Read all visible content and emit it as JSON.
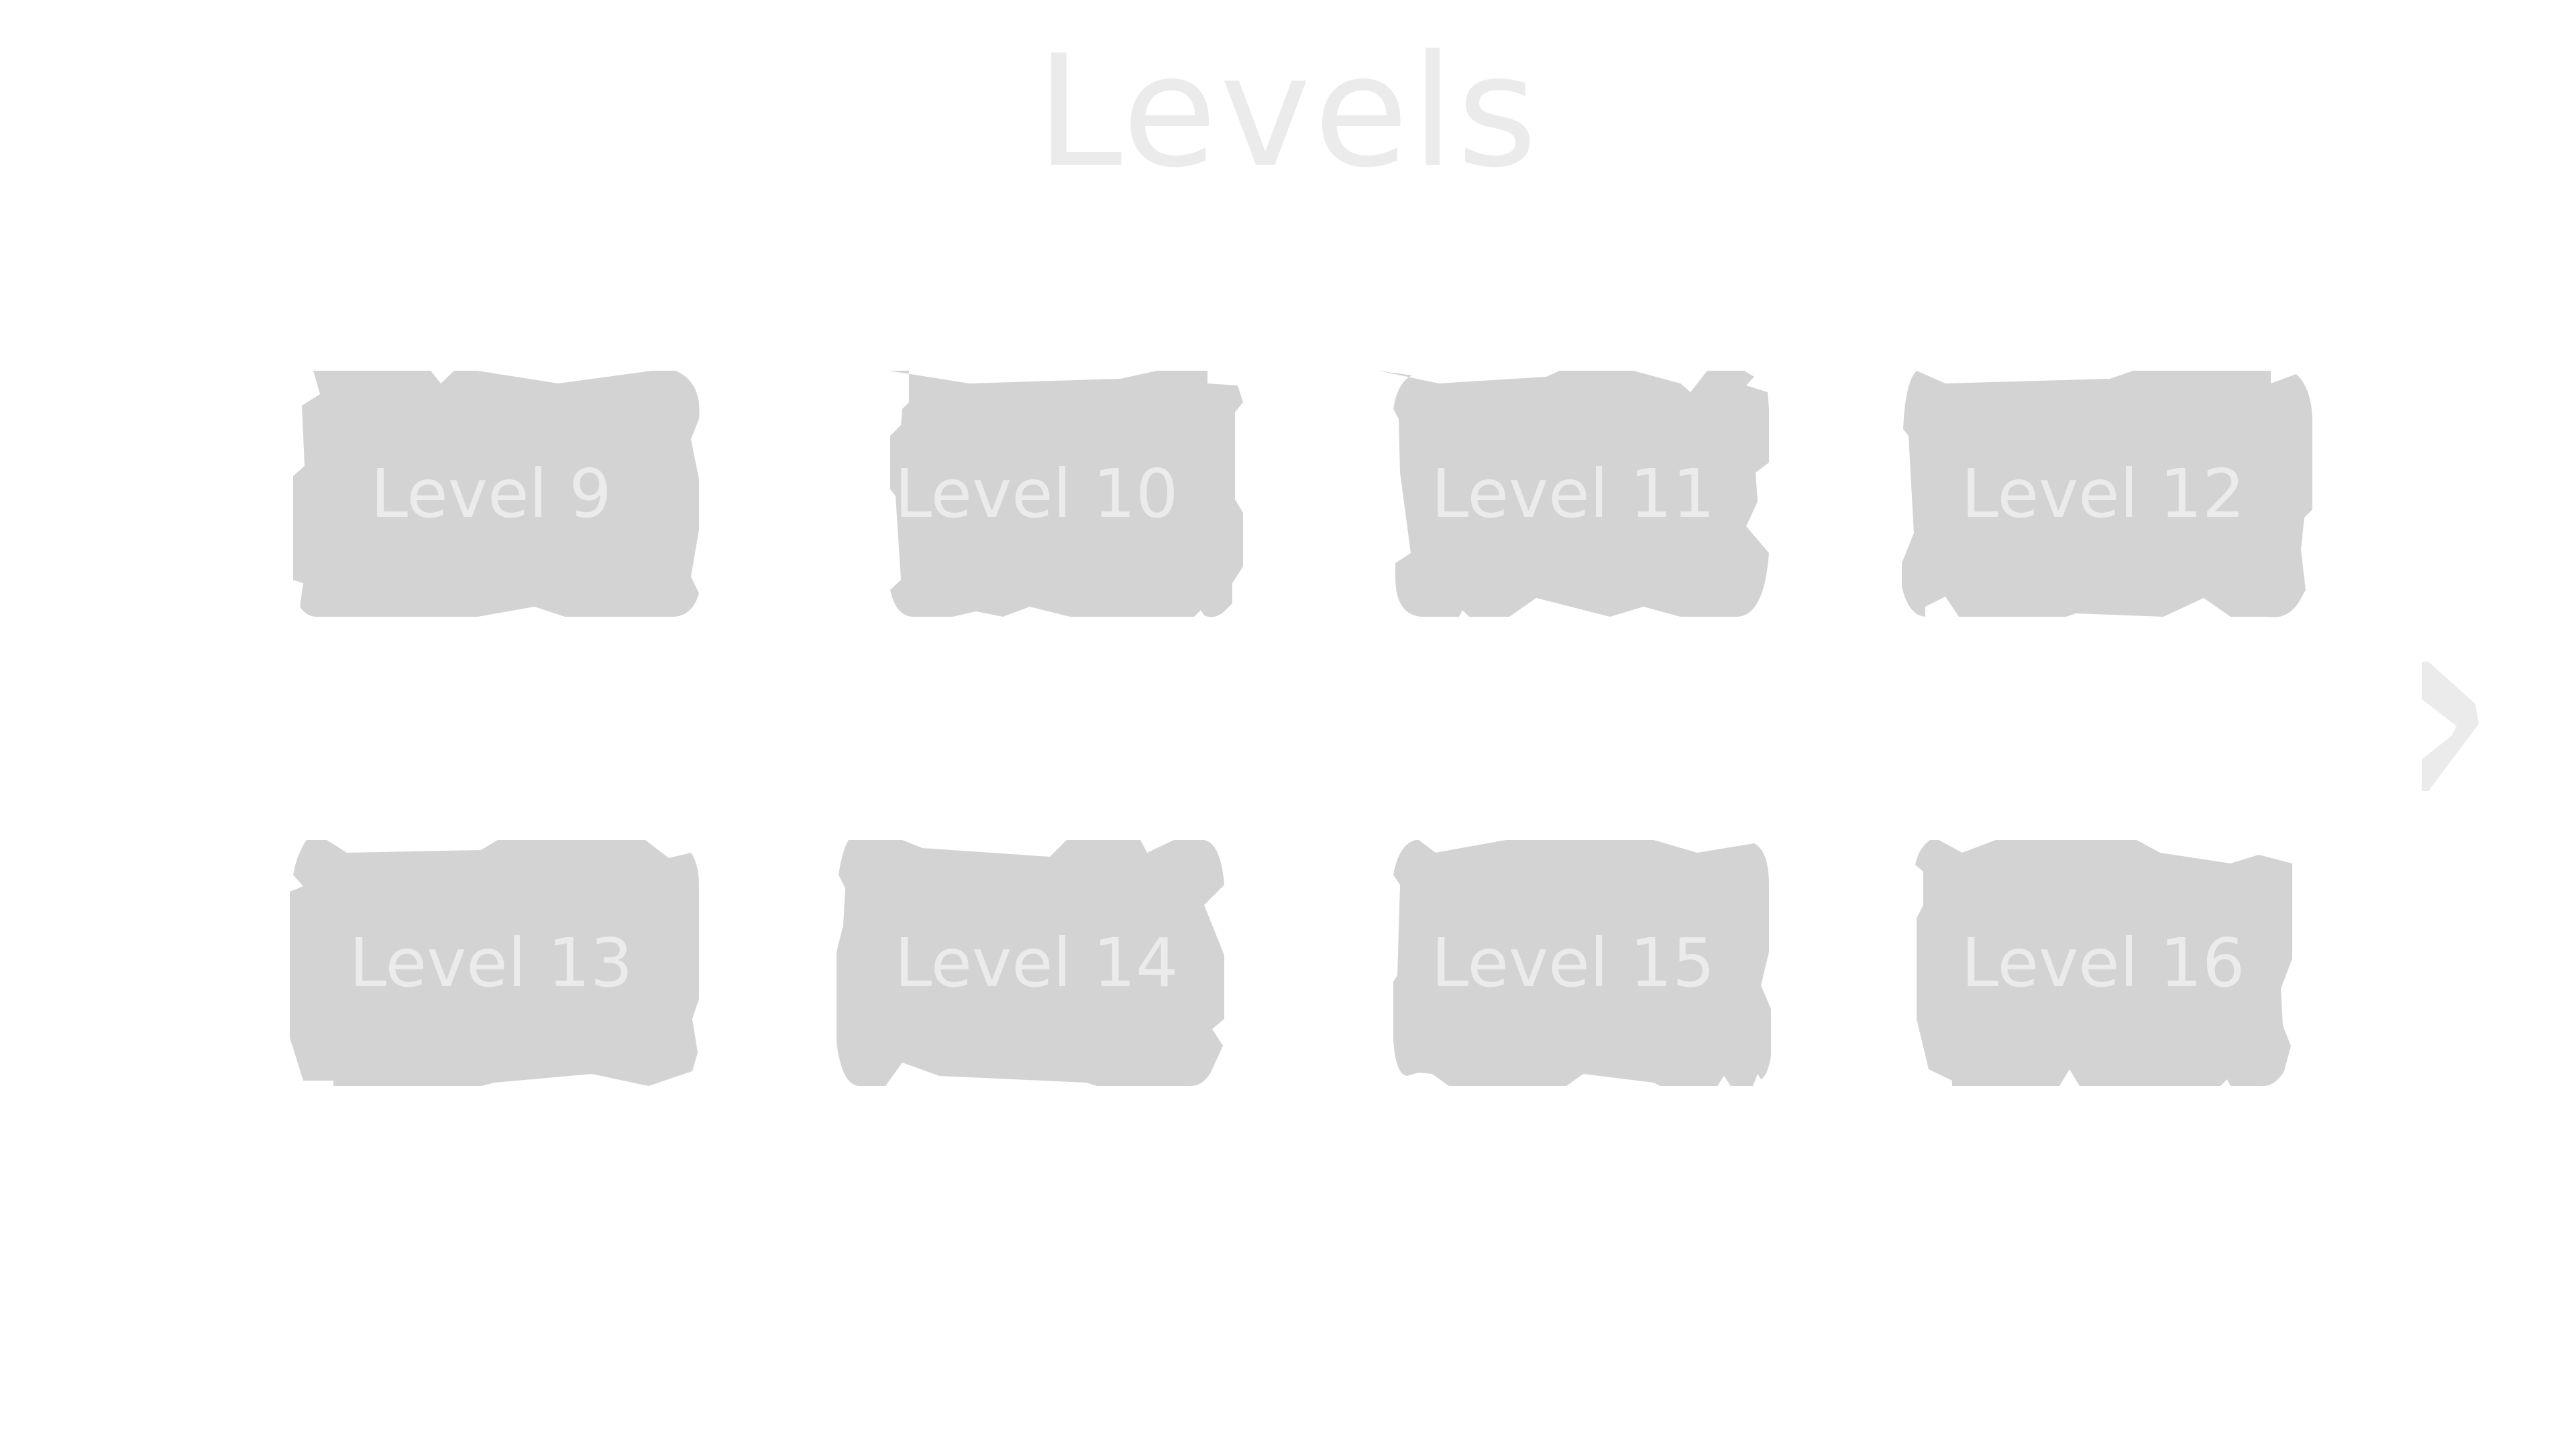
{
  "screen": {
    "title": "Levels"
  },
  "levels": [
    {
      "label": "Level 9"
    },
    {
      "label": "Level 10"
    },
    {
      "label": "Level 11"
    },
    {
      "label": "Level 12"
    },
    {
      "label": "Level 13"
    },
    {
      "label": "Level 14"
    },
    {
      "label": "Level 15"
    },
    {
      "label": "Level 16"
    }
  ],
  "navigation": {
    "next_icon": "chevron-right-icon"
  },
  "colors": {
    "button_fill": "#d3d3d3",
    "label_text": "#ebebeb",
    "title_text": "#ebebeb",
    "arrow": "#ebebeb",
    "background": "#ffffff"
  }
}
